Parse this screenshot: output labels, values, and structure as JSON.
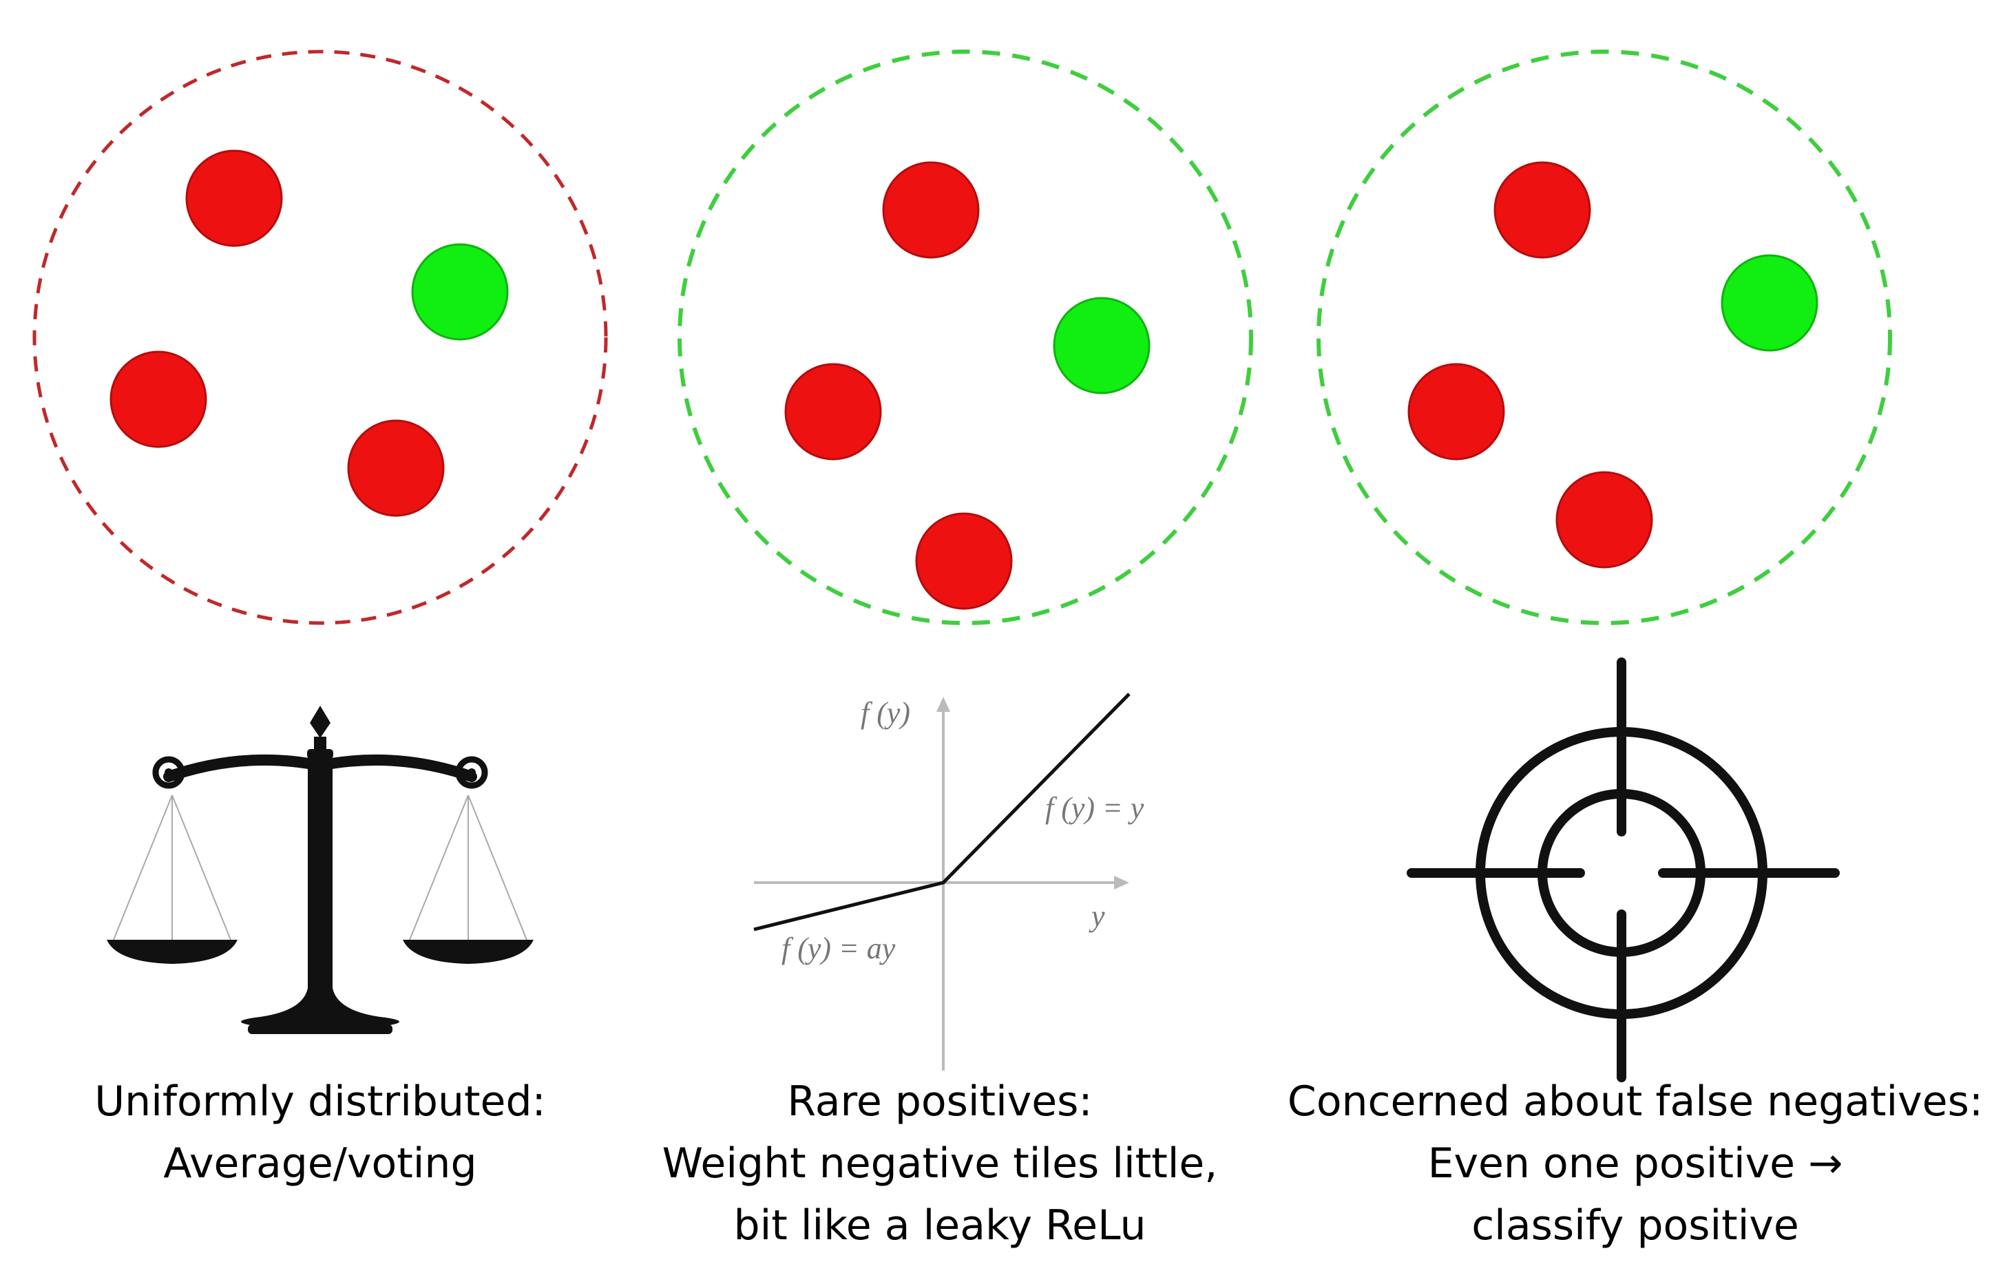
{
  "panels": [
    {
      "id": "uniform",
      "circle_color": "#c0282a",
      "dots": [
        "red",
        "green",
        "red",
        "red"
      ],
      "icon": "balance-scale-icon",
      "caption": [
        "Uniformly distributed:",
        "Average/voting"
      ]
    },
    {
      "id": "rare-positives",
      "circle_color": "#3fce3f",
      "dots": [
        "red",
        "green",
        "red",
        "red"
      ],
      "icon": "leaky-relu-graph",
      "graph_labels": {
        "y_axis": "f (y)",
        "positive_branch": "f (y) = y",
        "negative_branch": "f (y) = ay",
        "x_axis": "y"
      },
      "caption": [
        "Rare positives:",
        "Weight negative tiles little,",
        "bit like a leaky ReLu"
      ]
    },
    {
      "id": "false-negatives",
      "circle_color": "#3fce3f",
      "dots": [
        "red",
        "green",
        "red",
        "red"
      ],
      "icon": "crosshair-target-icon",
      "caption": [
        "Concerned about false negatives:",
        "Even one positive →",
        "classify positive"
      ]
    }
  ],
  "colors": {
    "negative_dot": "#ee1111",
    "positive_dot": "#11ee11"
  }
}
